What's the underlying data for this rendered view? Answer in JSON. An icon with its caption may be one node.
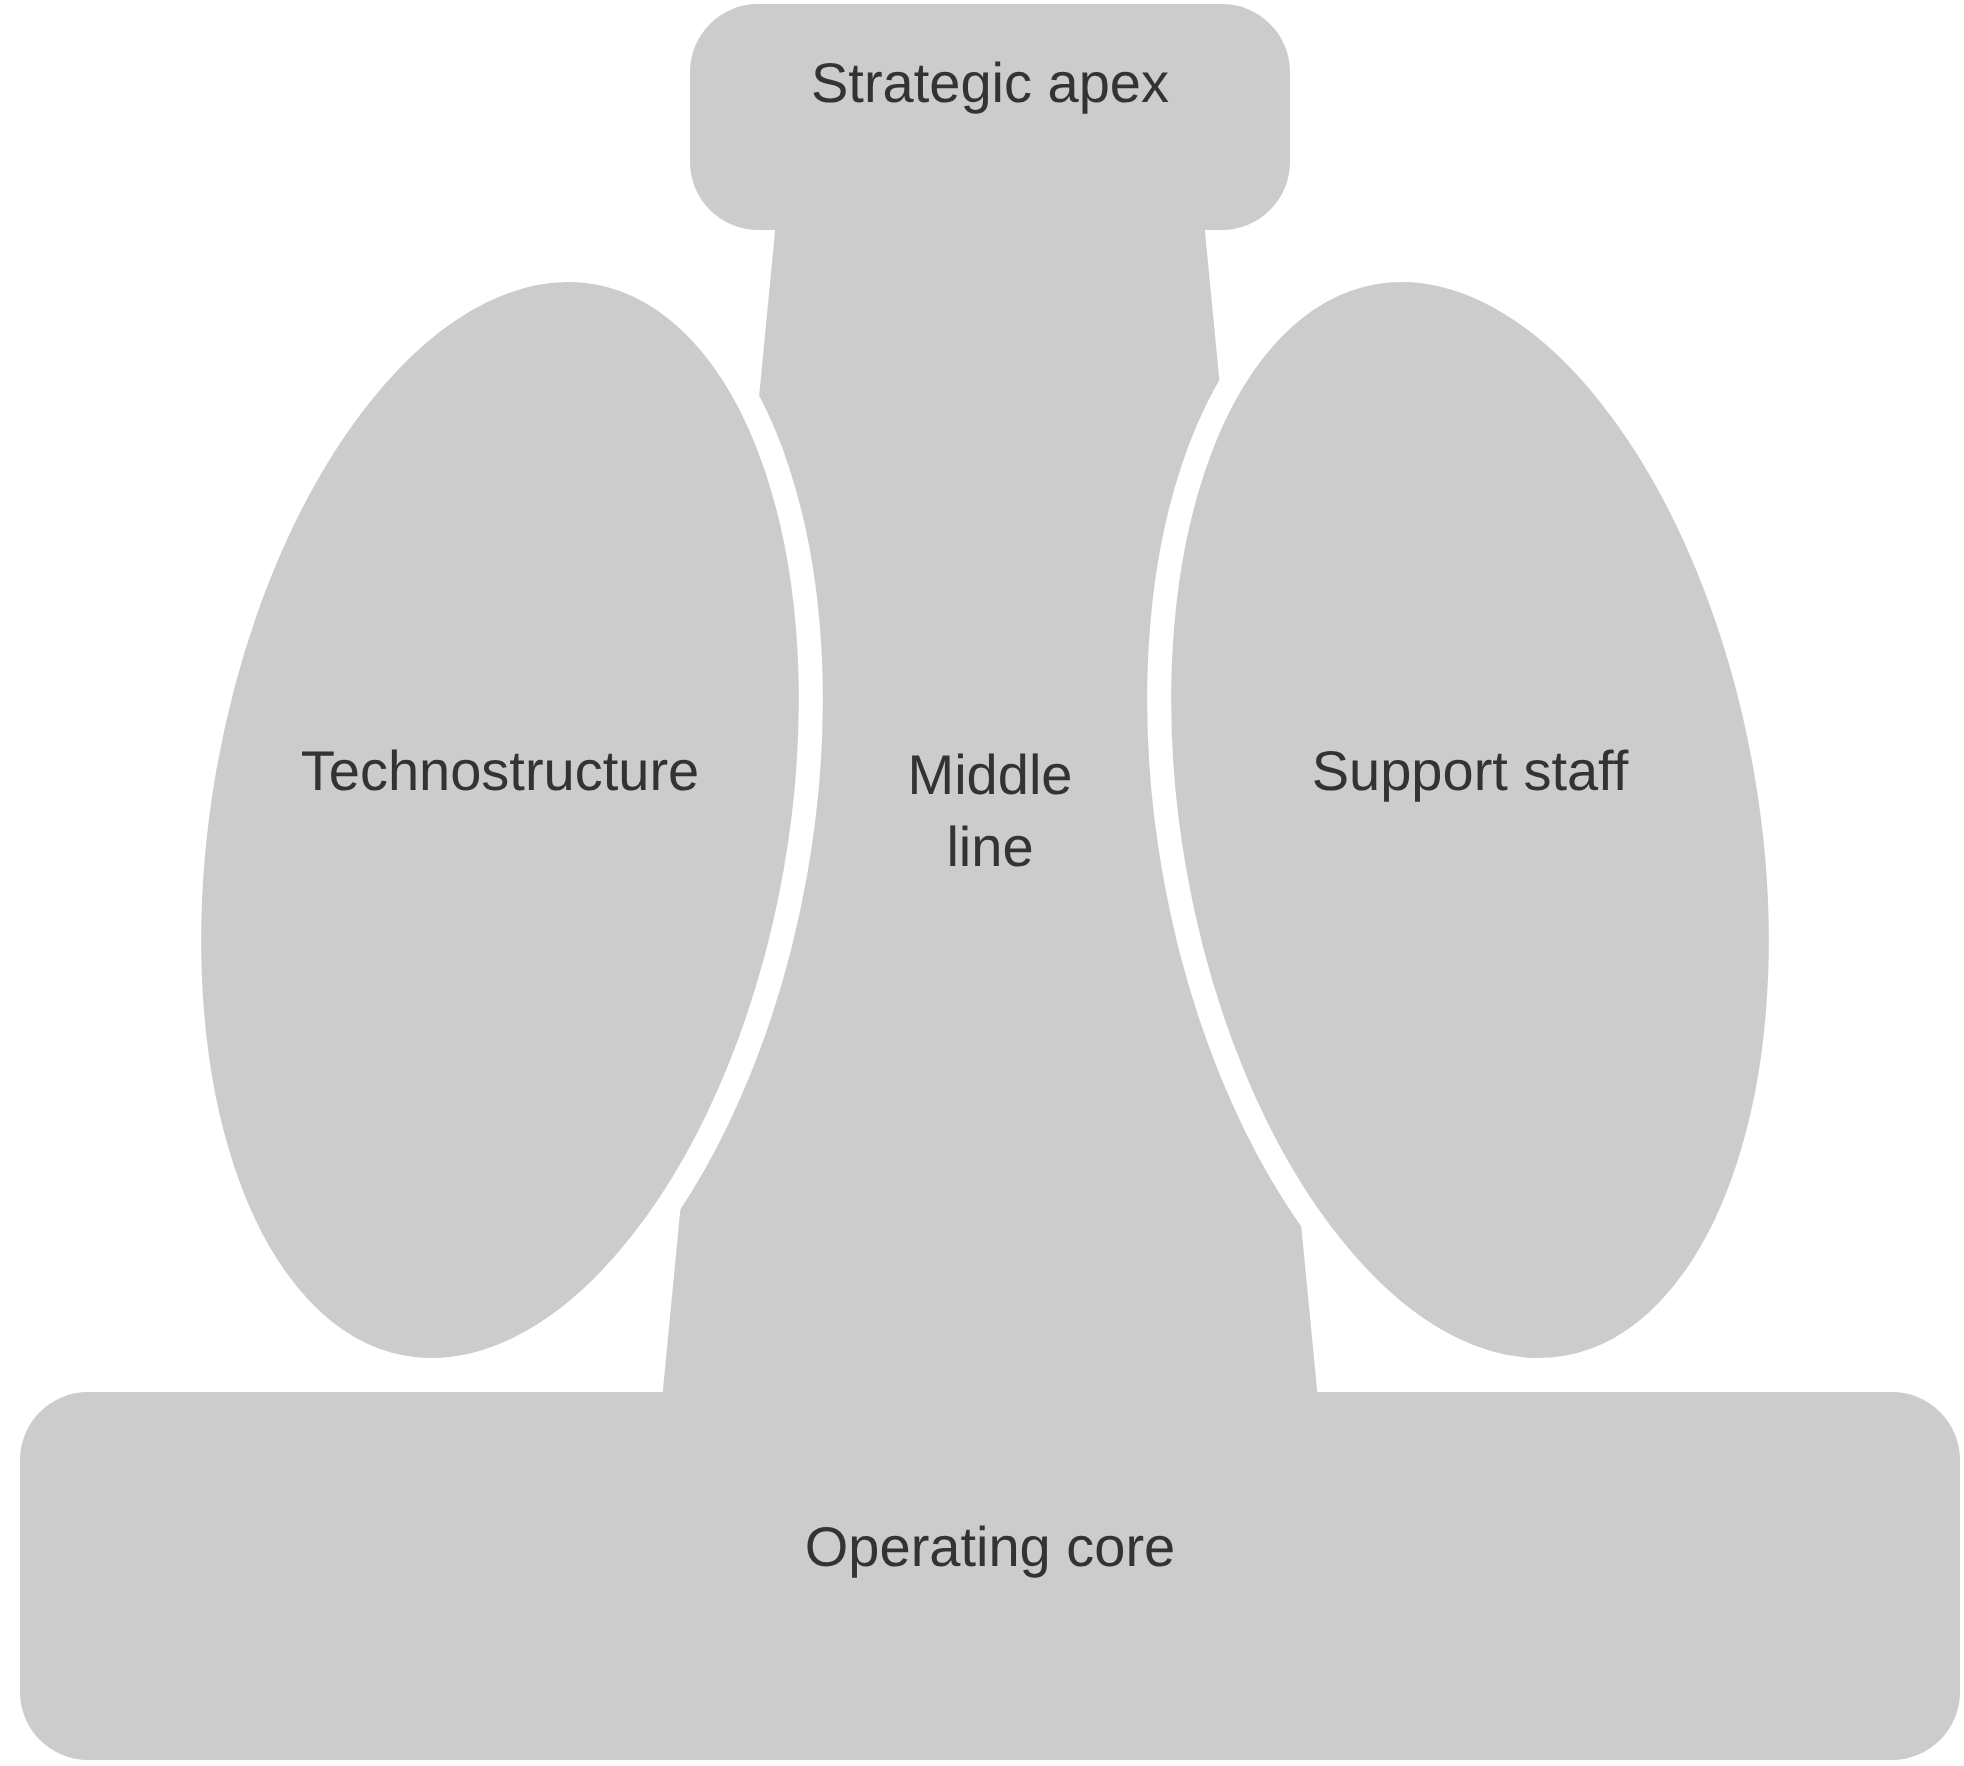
{
  "diagram": {
    "nodes": [
      {
        "text": [
          "Strategic apex"
        ]
      },
      {
        "text": [
          "Technostructure"
        ]
      },
      {
        "text": [
          "Middle line"
        ]
      },
      {
        "text": [
          "Support staff"
        ]
      },
      {
        "text": [
          "Operating core"
        ]
      }
    ]
  }
}
